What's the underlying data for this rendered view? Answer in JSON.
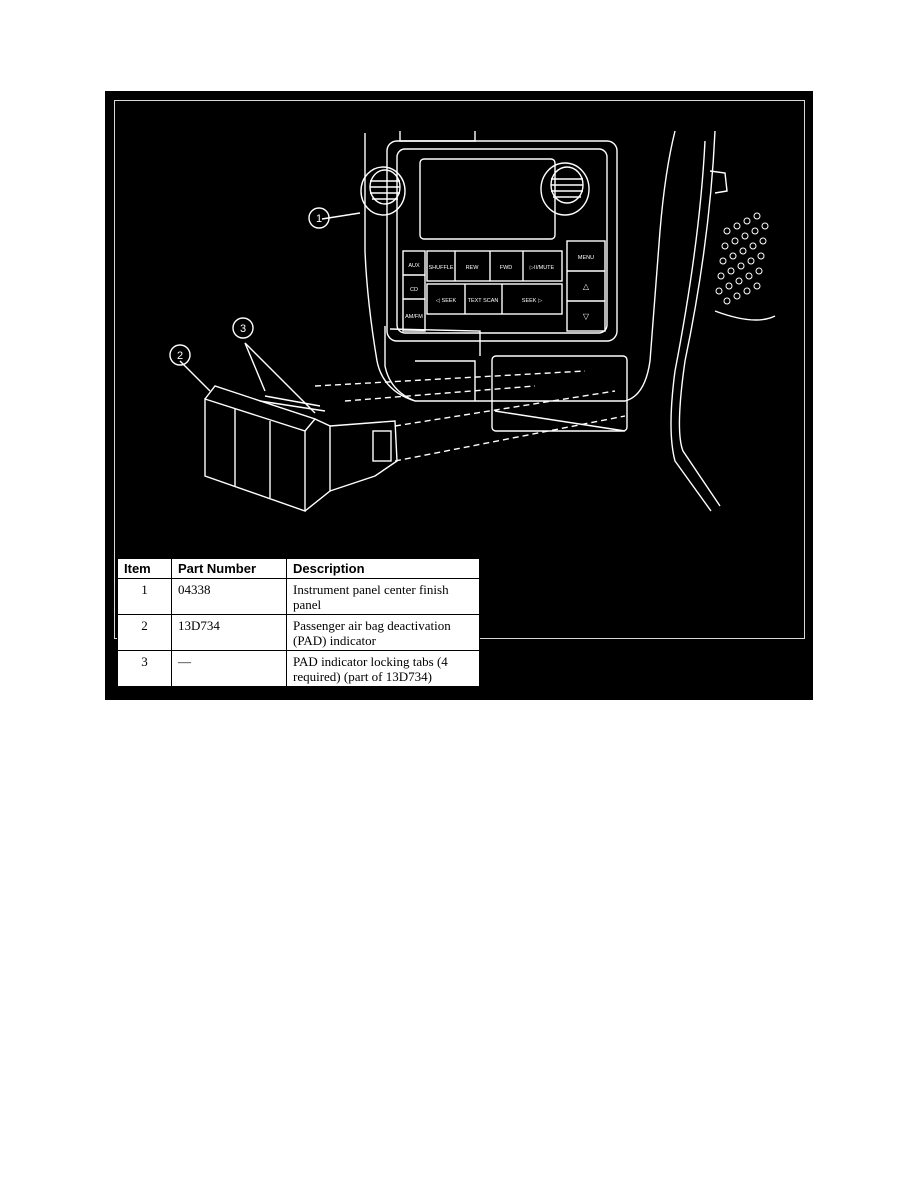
{
  "figure": {
    "id": "N0039304",
    "callouts": [
      "1",
      "2",
      "3"
    ],
    "radio_labels": {
      "aux": "AUX",
      "cd": "CD",
      "am_fm": "AM/FM",
      "shuffle": "SHUFFLE",
      "rew": "REW",
      "fwd": "FWD",
      "play_mute": "▷II/MUTE",
      "menu": "MENU",
      "seek_left": "◁ SEEK",
      "tune_scan": "TEXT SCAN",
      "seek_right": "SEEK ▷",
      "up": "△",
      "down": "▽"
    }
  },
  "table": {
    "headers": [
      "Item",
      "Part Number",
      "Description"
    ],
    "rows": [
      {
        "item": "1",
        "part": "04338",
        "description": "Instrument panel center finish panel"
      },
      {
        "item": "2",
        "part": "13D734",
        "description": "Passenger air bag deactivation (PAD) indicator"
      },
      {
        "item": "3",
        "part": "—",
        "description": "PAD indicator locking tabs (4 required) (part of 13D734)"
      }
    ]
  }
}
